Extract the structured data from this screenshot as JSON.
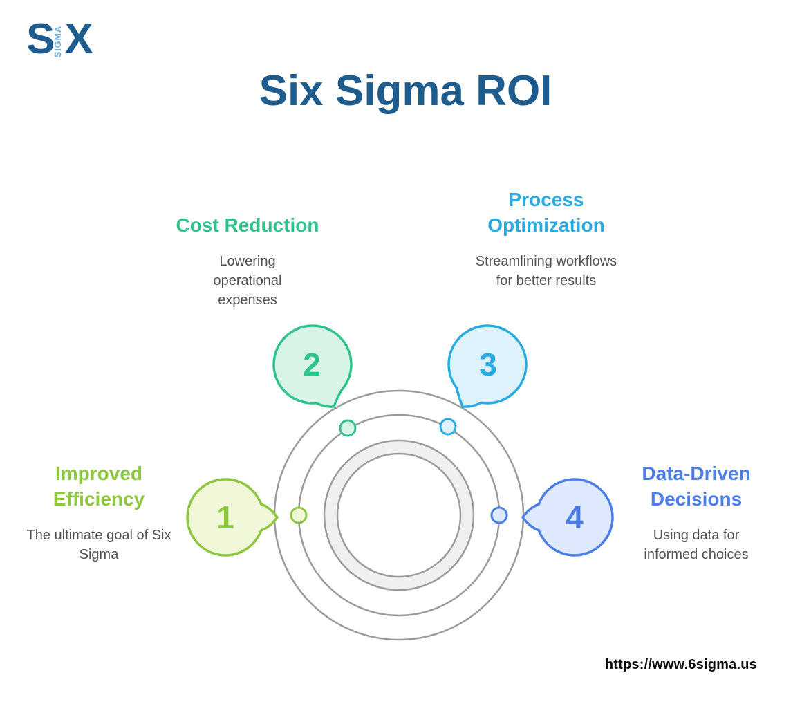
{
  "logo": {
    "s": "S",
    "sigma_vertical": "SIGMA",
    "x": "X",
    "dark_color": "#1e5c8e",
    "light_color": "#6cb0d8"
  },
  "title": {
    "text": "Six Sigma ROI",
    "color": "#1e5c8e"
  },
  "diagram": {
    "ring_color": "#9b9b9b",
    "donut_fill": "#f0f0f1",
    "description_text_color": "#505254",
    "items": [
      {
        "number": "1",
        "heading": "Improved Efficiency",
        "description": "The ultimate goal of Six Sigma",
        "accent": "#8dc63f",
        "bubble_fill": "#f0f8d9"
      },
      {
        "number": "2",
        "heading": "Cost Reduction",
        "description": "Lowering operational expenses",
        "accent": "#31c38c",
        "bubble_fill": "#d8f4e6"
      },
      {
        "number": "3",
        "heading": "Process Optimization",
        "description": "Streamlining workflows for better results",
        "accent": "#29abe2",
        "bubble_fill": "#def2fc"
      },
      {
        "number": "4",
        "heading": "Data-Driven Decisions",
        "description": "Using data for informed choices",
        "accent": "#4b7ee8",
        "bubble_fill": "#dfe9fd"
      }
    ]
  },
  "footer": {
    "url": "https://www.6sigma.us"
  }
}
